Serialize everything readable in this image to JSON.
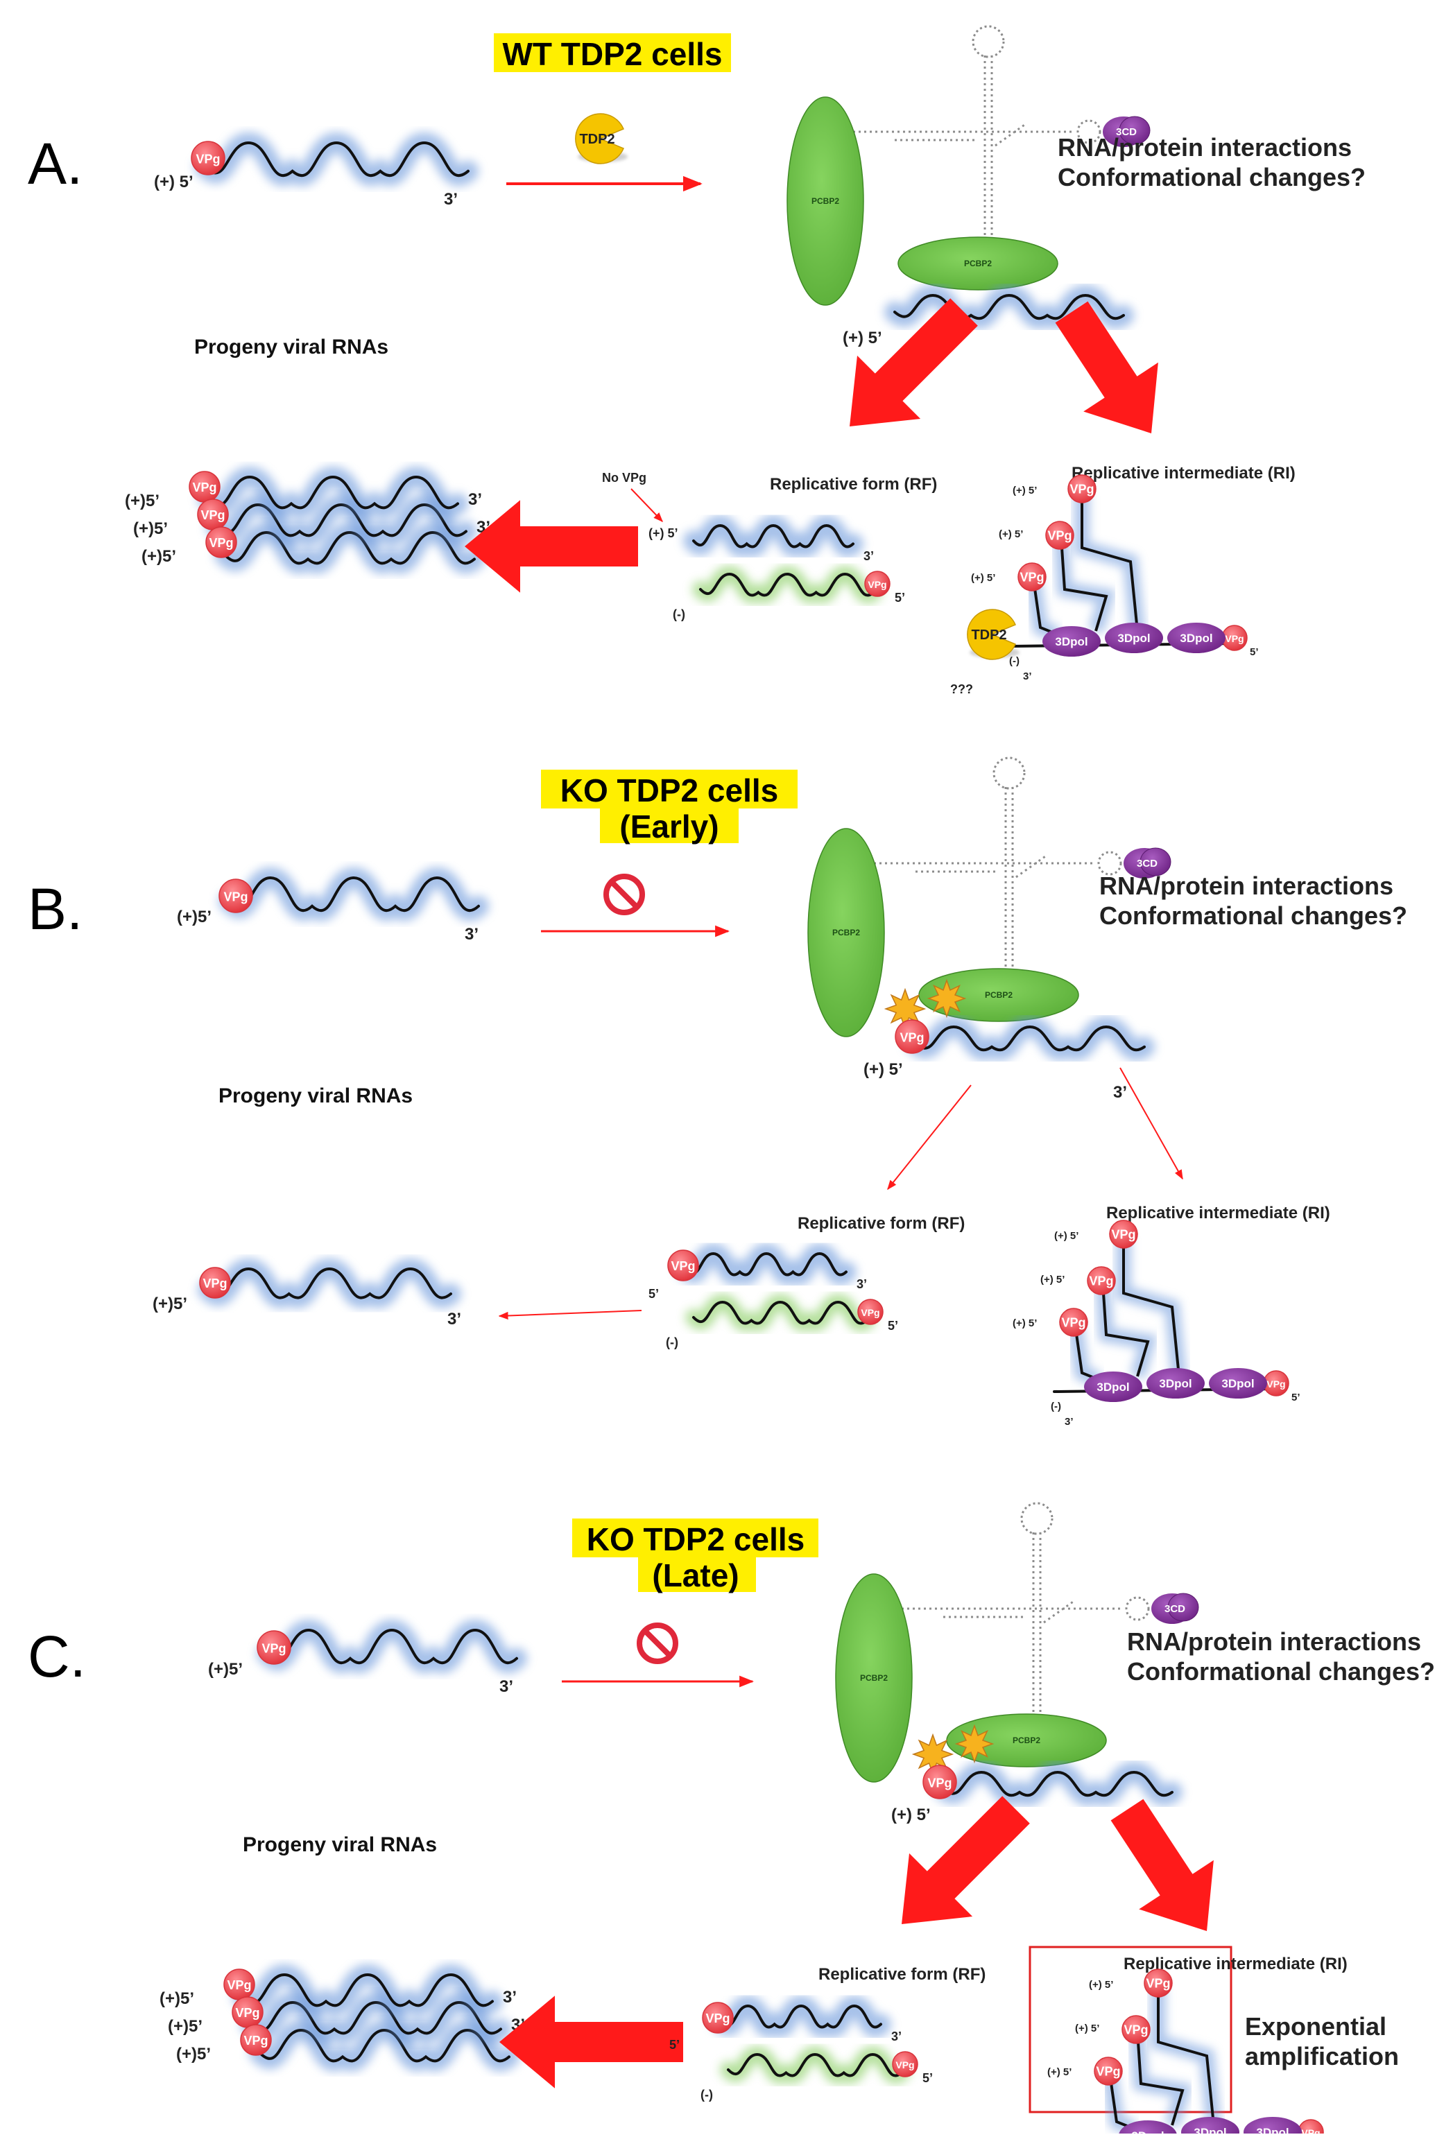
{
  "panels": {
    "a": {
      "letter": "A.",
      "title": "WT TDP2 cells",
      "question_1": "RNA/protein interactions",
      "question_2": "Conformational changes?",
      "progeny_label": "Progeny viral RNAs",
      "rf_label": "Replicative form (RF)",
      "ri_label": "Replicative intermediate (RI)",
      "no_vpg_label": "No VPg",
      "tdp2_label": "TDP2",
      "unknown_label": "???"
    },
    "b": {
      "letter": "B.",
      "title_1": "KO TDP2 cells",
      "title_2": "(Early)",
      "question_1": "RNA/protein interactions",
      "question_2": "Conformational changes?",
      "progeny_label": "Progeny viral RNAs",
      "rf_label": "Replicative form (RF)",
      "ri_label": "Replicative intermediate (RI)"
    },
    "c": {
      "letter": "C.",
      "title_1": "KO TDP2 cells",
      "title_2": "(Late)",
      "question_1": "RNA/protein interactions",
      "question_2": "Conformational changes?",
      "progeny_label": "Progeny viral RNAs",
      "rf_label": "Replicative form (RF)",
      "ri_label": "Replicative intermediate (RI)",
      "amp_1": "Exponential",
      "amp_2": "amplification"
    }
  },
  "labels": {
    "plus5": "(+) 5’",
    "plus5_tight": "(+)5’",
    "three": "3’",
    "five": "5’",
    "minus": "(-)",
    "vpg": "VPg",
    "pcbp2": "PCBP2",
    "pol": "3Dpol",
    "cd": "3CD"
  },
  "colors": {
    "title_highlight": "#ffef00",
    "arrow_red": "#ff1a1a",
    "vpg_red": "#f0525a",
    "pcbp2_green": "#6cc04a",
    "pol_purple": "#8a3ba0",
    "rna_glow_blue": "#5f8fd8",
    "minus_strand_green": "#8fd06a",
    "tdp2_yellow": "#f5c400",
    "burst_orange": "#f7b21e",
    "box_red": "#e02020"
  }
}
